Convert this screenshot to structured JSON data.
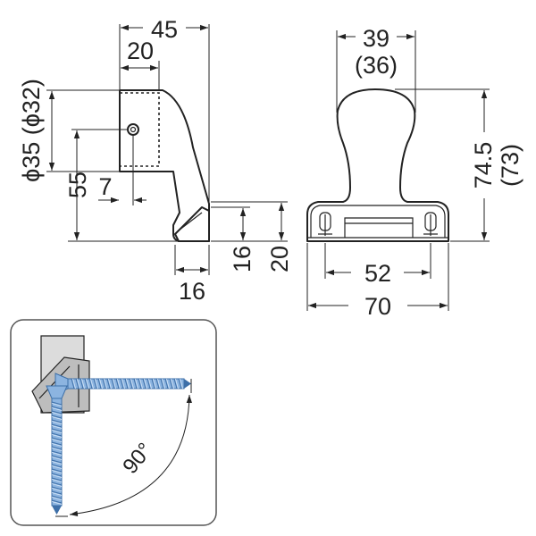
{
  "side_view": {
    "width_total": "45",
    "width_base": "20",
    "diameter": "ϕ35 (ϕ32)",
    "height_hole": "55",
    "hole_offset": "7",
    "pad_width": "16",
    "pad_height_1": "16",
    "pad_height_2": "20"
  },
  "front_view": {
    "head_width": "39",
    "head_width_alt": "(36)",
    "height": "74.5",
    "height_alt": "(73)",
    "hole_spacing": "52",
    "base_width": "70"
  },
  "inset": {
    "angle": "90°"
  },
  "colors": {
    "line": "#222222",
    "screw": "#8cb4e0",
    "screw_dark": "#3d6fa8",
    "screw_light": "#d6e6f7",
    "inset_border": "#555555",
    "wall": "#dcdcdc",
    "bracket": "#bdbdbd"
  }
}
